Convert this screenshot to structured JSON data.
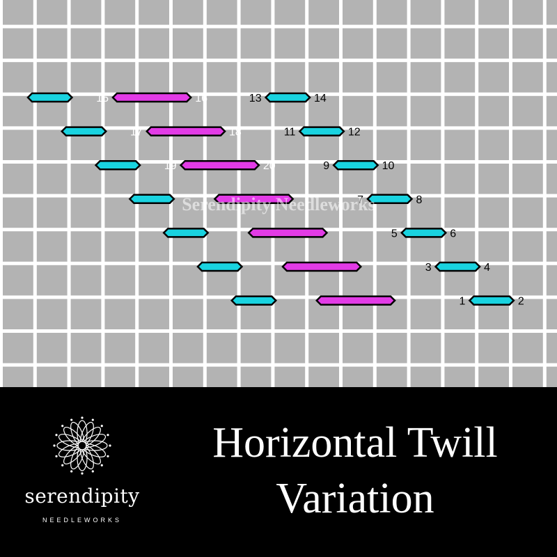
{
  "diagram": {
    "grid": {
      "cell_color": "#b3b3b3",
      "line_color": "#ffffff"
    },
    "watermark": "Serendipity Needleworks",
    "colors": {
      "short_stitch": "#19d3e0",
      "long_stitch": "#e23be6",
      "outline": "#000000"
    },
    "stitches": [
      {
        "row": 0,
        "start": 0,
        "span": 1,
        "color": "short"
      },
      {
        "row": 0,
        "start": 3,
        "span": 2,
        "color": "long",
        "num_start": "15",
        "num_end": "16",
        "num_color": "white"
      },
      {
        "row": 0,
        "start": 7,
        "span": 1,
        "color": "short",
        "num_start": "13",
        "num_end": "14",
        "num_color": "black"
      },
      {
        "row": 1,
        "start": 1,
        "span": 1,
        "color": "short"
      },
      {
        "row": 1,
        "start": 4,
        "span": 2,
        "color": "long",
        "num_start": "17",
        "num_end": "18",
        "num_color": "white"
      },
      {
        "row": 1,
        "start": 8,
        "span": 1,
        "color": "short",
        "num_start": "11",
        "num_end": "12",
        "num_color": "black"
      },
      {
        "row": 2,
        "start": 2,
        "span": 1,
        "color": "short"
      },
      {
        "row": 2,
        "start": 5,
        "span": 2,
        "color": "long",
        "num_start": "19",
        "num_end": "20",
        "num_color": "white"
      },
      {
        "row": 2,
        "start": 9,
        "span": 1,
        "color": "short",
        "num_start": "9",
        "num_end": "10",
        "num_color": "black"
      },
      {
        "row": 3,
        "start": 3,
        "span": 1,
        "color": "short"
      },
      {
        "row": 3,
        "start": 6,
        "span": 2,
        "color": "long"
      },
      {
        "row": 3,
        "start": 10,
        "span": 1,
        "color": "short",
        "num_start": "7",
        "num_end": "8",
        "num_color": "black"
      },
      {
        "row": 4,
        "start": 4,
        "span": 1,
        "color": "short"
      },
      {
        "row": 4,
        "start": 7,
        "span": 2,
        "color": "long"
      },
      {
        "row": 4,
        "start": 11,
        "span": 1,
        "color": "short",
        "num_start": "5",
        "num_end": "6",
        "num_color": "black"
      },
      {
        "row": 5,
        "start": 5,
        "span": 1,
        "color": "short"
      },
      {
        "row": 5,
        "start": 8,
        "span": 2,
        "color": "long"
      },
      {
        "row": 5,
        "start": 12,
        "span": 1,
        "color": "short",
        "num_start": "3",
        "num_end": "4",
        "num_color": "black"
      },
      {
        "row": 6,
        "start": 6,
        "span": 1,
        "color": "short"
      },
      {
        "row": 6,
        "start": 9,
        "span": 2,
        "color": "long"
      },
      {
        "row": 6,
        "start": 13,
        "span": 1,
        "color": "short",
        "num_start": "1",
        "num_end": "2",
        "num_color": "black"
      }
    ]
  },
  "logo": {
    "name": "serendipity",
    "subtitle": "NEEDLEWORKS",
    "icon": "mandala-logo-icon"
  },
  "title": {
    "line1": "Horizontal Twill",
    "line2": "Variation"
  }
}
